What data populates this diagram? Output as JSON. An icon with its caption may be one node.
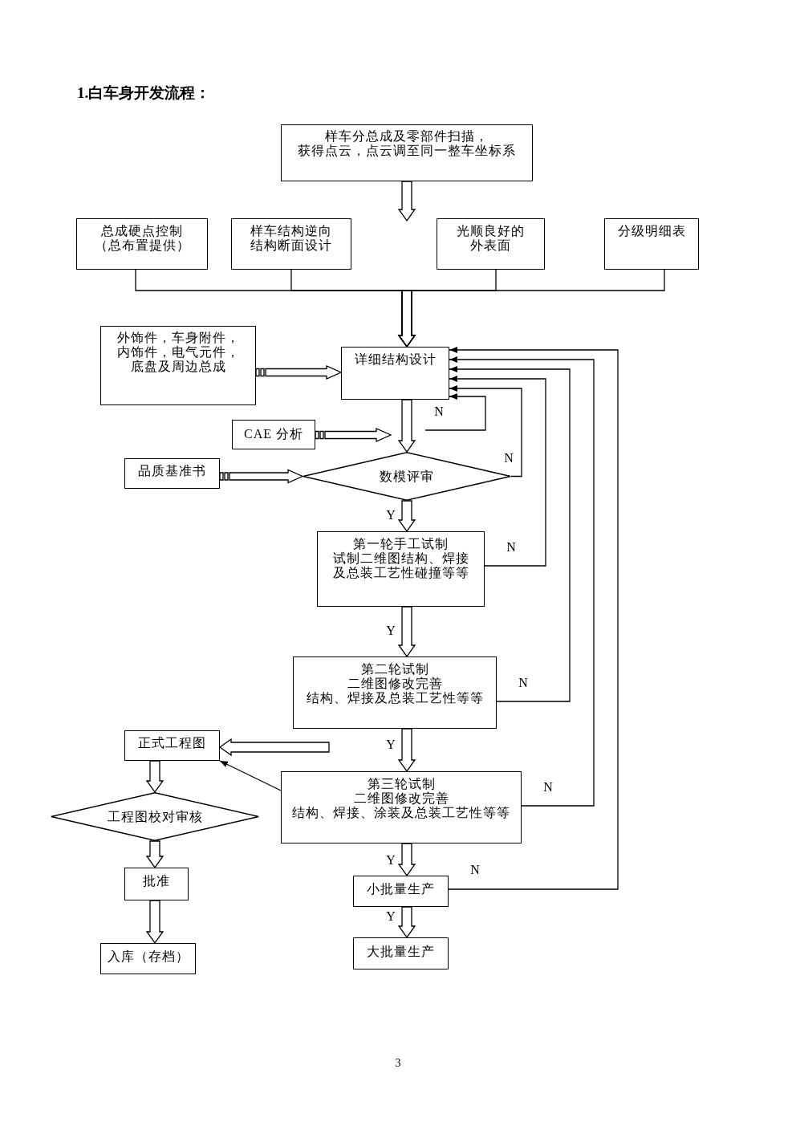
{
  "diagram": {
    "title": "1.白车身开发流程：",
    "nodes": [
      {
        "text": [
          "样车分总成及零部件扫描，",
          "获得点云，点云调至同一整车坐标系"
        ]
      },
      {
        "text": [
          "总成硬点控制（总布置提供）"
        ]
      },
      {
        "text": [
          "样车结构逆向结构断面设计"
        ]
      },
      {
        "text": [
          "光顺良好的外表面"
        ]
      },
      {
        "text": [
          "分级明细表"
        ]
      },
      {
        "text": [
          "外饰件，车身附件，内饰件，电气元件，底盘及周边总成"
        ]
      },
      {
        "text": [
          "详细结构设计"
        ]
      },
      {
        "text": [
          "CAE 分析"
        ]
      },
      {
        "text": [
          "品质基准书"
        ]
      },
      {
        "text": [
          "数模评审"
        ]
      },
      {
        "text": [
          "第一轮手工试制",
          "试制二维图结构、焊接及总装工艺性碰撞等等"
        ]
      },
      {
        "text": [
          "第二轮试制",
          "二维图修改完善",
          "结构、焊接及总装工艺性等等"
        ]
      },
      {
        "text": [
          "正式工程图"
        ]
      },
      {
        "text": [
          "第三轮试制",
          "二维图修改完善",
          "结构、焊接、涂装及总装工艺性等等"
        ]
      },
      {
        "text": [
          "工程图校对审核"
        ]
      },
      {
        "text": [
          "批准"
        ]
      },
      {
        "text": [
          "小批量生产"
        ]
      },
      {
        "text": [
          "入库（存档）"
        ]
      },
      {
        "text": [
          "大批量生产"
        ]
      }
    ],
    "edges": [
      {
        "from": 0,
        "to": null,
        "arrow": "to"
      },
      {
        "from": 1,
        "to": 6,
        "arrow": "to"
      },
      {
        "from": 2,
        "to": 6,
        "arrow": "to"
      },
      {
        "from": 3,
        "to": 6,
        "arrow": "to"
      },
      {
        "from": 4,
        "to": 6,
        "arrow": "to"
      },
      {
        "from": 5,
        "to": 6,
        "arrow": "to"
      },
      {
        "from": 6,
        "to": 9,
        "arrow": "to"
      },
      {
        "from": 7,
        "to": null,
        "arrow": "to"
      },
      {
        "from": 8,
        "to": 9,
        "arrow": "to"
      },
      {
        "from": null,
        "to": 6,
        "arrow": "to",
        "label": "N"
      },
      {
        "from": 9,
        "to": 6,
        "arrow": "to",
        "label": "N"
      },
      {
        "from": 9,
        "to": 10,
        "arrow": "to",
        "label": "Y"
      },
      {
        "from": 10,
        "to": 6,
        "arrow": "to",
        "label": "N"
      },
      {
        "from": 10,
        "to": 11,
        "arrow": "to",
        "label": "Y"
      },
      {
        "from": 11,
        "to": 6,
        "arrow": "to",
        "label": "N"
      },
      {
        "from": 11,
        "to": 13,
        "arrow": "to",
        "label": "Y"
      },
      {
        "from": null,
        "to": 12,
        "arrow": "to"
      },
      {
        "from": 13,
        "to": 12,
        "arrow": "to"
      },
      {
        "from": 12,
        "to": 14,
        "arrow": "to"
      },
      {
        "from": 13,
        "to": 6,
        "arrow": "to",
        "label": "N"
      },
      {
        "from": 13,
        "to": 16,
        "arrow": "to",
        "label": "Y"
      },
      {
        "from": 14,
        "to": 15,
        "arrow": "to"
      },
      {
        "from": 16,
        "to": 6,
        "arrow": "to",
        "label": "N"
      },
      {
        "from": 16,
        "to": 18,
        "arrow": "to",
        "label": "Y"
      },
      {
        "from": 15,
        "to": 17,
        "arrow": "to"
      }
    ],
    "labels": [
      "3"
    ]
  }
}
